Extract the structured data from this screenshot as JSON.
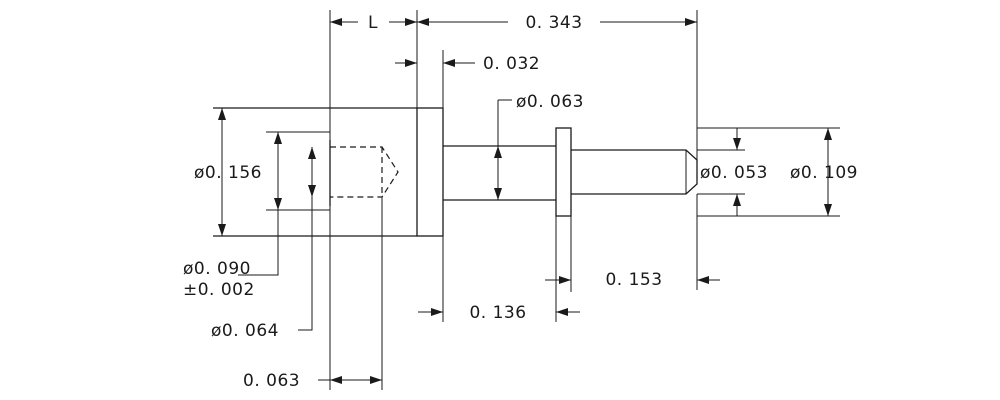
{
  "dimensions": {
    "L": "L",
    "overall_length": "0. 343",
    "flange_thickness": "0. 032",
    "shank_diameter": "ø0. 063",
    "head_diameter": "ø0. 156",
    "tip_diameter": "ø0. 053",
    "collar_diameter": "ø0. 109",
    "bore_diameter": "ø0. 090",
    "bore_tolerance": "±0. 002",
    "drill_diameter": "ø0. 064",
    "shank_length": "0. 136",
    "tip_length": "0. 153",
    "bore_depth": "0. 063"
  }
}
